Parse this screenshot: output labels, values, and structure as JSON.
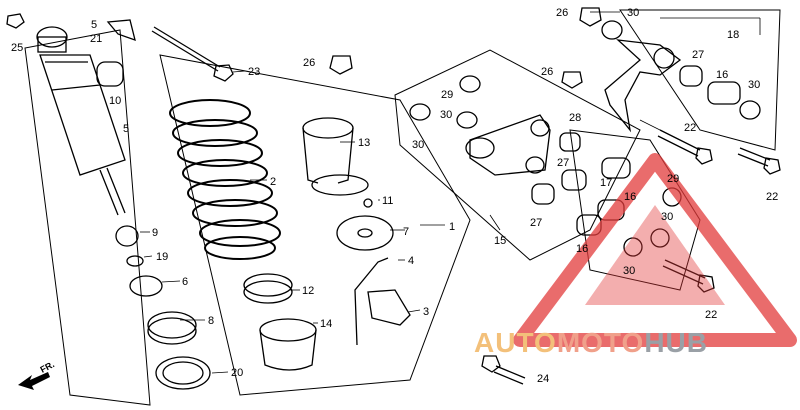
{
  "brand": {
    "part1": "AUTO",
    "part2": "MOTO",
    "part3": "HUB"
  },
  "direction_marker": "FR.",
  "callouts": {
    "c1": "1",
    "c2": "2",
    "c3": "3",
    "c4": "4",
    "c5": "5",
    "c5b": "5",
    "c6": "6",
    "c7": "7",
    "c8": "8",
    "c9": "9",
    "c10": "10",
    "c11": "11",
    "c12": "12",
    "c13": "13",
    "c14": "14",
    "c15": "15",
    "c16a": "16",
    "c16b": "16",
    "c16c": "16",
    "c17": "17",
    "c18": "18",
    "c19": "19",
    "c20": "20",
    "c21": "21",
    "c22a": "22",
    "c22b": "22",
    "c22c": "22",
    "c23": "23",
    "c24": "24",
    "c25": "25",
    "c26a": "26",
    "c26b": "26",
    "c26c": "26",
    "c27a": "27",
    "c27b": "27",
    "c27c": "27",
    "c28": "28",
    "c29a": "29",
    "c29b": "29",
    "c30a": "30",
    "c30b": "30",
    "c30c": "30",
    "c30d": "30",
    "c30e": "30",
    "c30f": "30"
  },
  "colors": {
    "watermark_red": "#e23b3b",
    "brand_orange": "#f3c07a",
    "brand_salmon": "#f0a08a",
    "brand_gray": "#9aa0a6"
  }
}
